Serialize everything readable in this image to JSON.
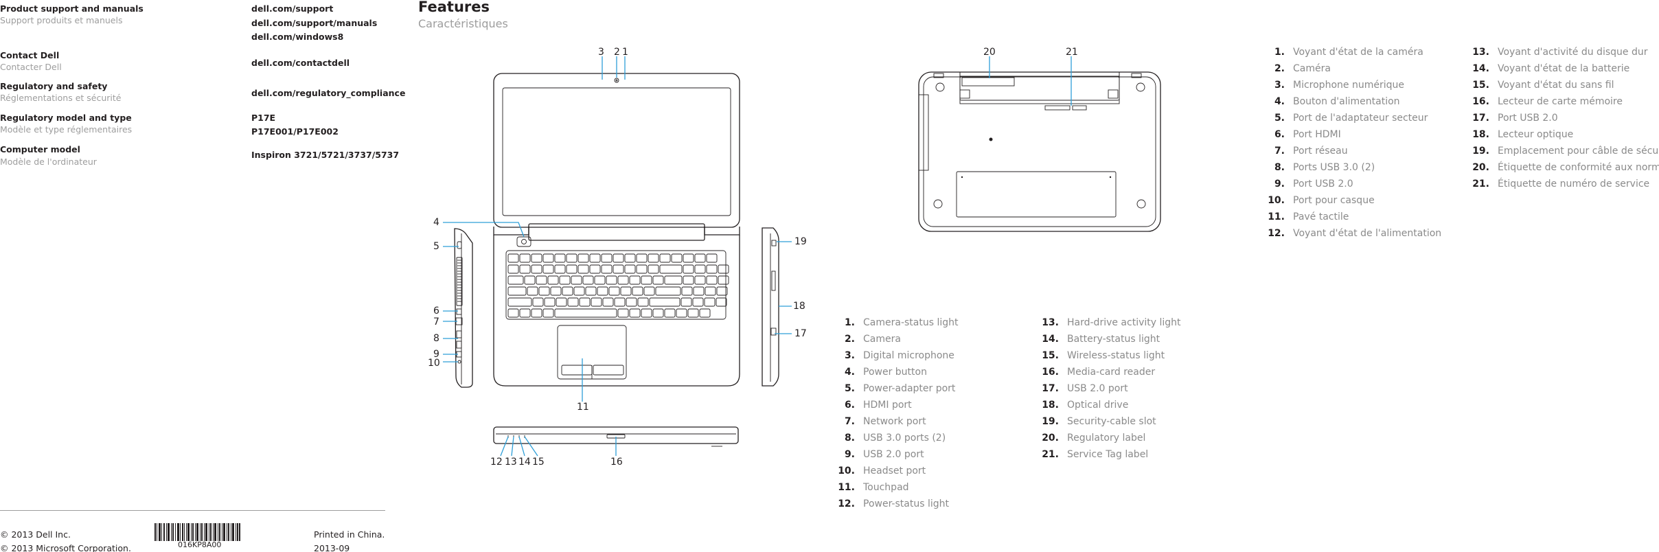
{
  "info": [
    {
      "en": "Product support and manuals",
      "fr": "Support produits et manuels"
    },
    {
      "en": "Contact Dell",
      "fr": "Contacter Dell"
    },
    {
      "en": "Regulatory and safety",
      "fr": "Réglementations et sécurité"
    },
    {
      "en": "Regulatory model and type",
      "fr": "Modèle et type réglementaires"
    },
    {
      "en": "Computer model",
      "fr": "Modèle de l'ordinateur"
    }
  ],
  "links": [
    "dell.com/support",
    "dell.com/support/manuals",
    "dell.com/windows8",
    "dell.com/contactdell",
    "dell.com/regulatory_compliance",
    "P17E",
    "P17E001/P17E002",
    "Inspiron 3721/5721/3737/5737"
  ],
  "footer": {
    "copyright_dell": "© 2013 Dell Inc.",
    "copyright_ms": "© 2013 Microsoft Corporation.",
    "barcode_code": "016KP8A00",
    "printed": "Printed in China.",
    "date": "2013-09"
  },
  "features": {
    "title": "Features",
    "subtitle": "Caractéristiques"
  },
  "callouts": {
    "c3": "3",
    "c2": "2",
    "c1": "1",
    "c4": "4",
    "c5": "5",
    "c6": "6",
    "c7": "7",
    "c8": "8",
    "c9": "9",
    "c10": "10",
    "c11": "11",
    "c12": "12",
    "c13": "13",
    "c14": "14",
    "c15": "15",
    "c16": "16",
    "c17": "17",
    "c18": "18",
    "c19": "19",
    "c20": "20",
    "c21": "21"
  },
  "list_en": [
    {
      "num": "1.",
      "label": "Camera-status light"
    },
    {
      "num": "2.",
      "label": "Camera"
    },
    {
      "num": "3.",
      "label": "Digital microphone"
    },
    {
      "num": "4.",
      "label": "Power button"
    },
    {
      "num": "5.",
      "label": "Power-adapter port"
    },
    {
      "num": "6.",
      "label": "HDMI port"
    },
    {
      "num": "7.",
      "label": "Network port"
    },
    {
      "num": "8.",
      "label": "USB 3.0 ports (2)"
    },
    {
      "num": "9.",
      "label": "USB 2.0 port"
    },
    {
      "num": "10.",
      "label": "Headset port"
    },
    {
      "num": "11.",
      "label": "Touchpad"
    },
    {
      "num": "12.",
      "label": "Power-status light"
    },
    {
      "num": "13.",
      "label": "Hard-drive activity light"
    },
    {
      "num": "14.",
      "label": "Battery-status light"
    },
    {
      "num": "15.",
      "label": "Wireless-status light"
    },
    {
      "num": "16.",
      "label": "Media-card reader"
    },
    {
      "num": "17.",
      "label": "USB 2.0 port"
    },
    {
      "num": "18.",
      "label": "Optical drive"
    },
    {
      "num": "19.",
      "label": "Security-cable slot"
    },
    {
      "num": "20.",
      "label": "Regulatory label"
    },
    {
      "num": "21.",
      "label": "Service Tag label"
    }
  ],
  "list_fr": [
    {
      "num": "1.",
      "label": "Voyant d'état de la caméra"
    },
    {
      "num": "2.",
      "label": "Caméra"
    },
    {
      "num": "3.",
      "label": "Microphone numérique"
    },
    {
      "num": "4.",
      "label": "Bouton d'alimentation"
    },
    {
      "num": "5.",
      "label": "Port de l'adaptateur secteur"
    },
    {
      "num": "6.",
      "label": "Port HDMI"
    },
    {
      "num": "7.",
      "label": "Port réseau"
    },
    {
      "num": "8.",
      "label": "Ports USB 3.0 (2)"
    },
    {
      "num": "9.",
      "label": "Port USB 2.0"
    },
    {
      "num": "10.",
      "label": "Port pour casque"
    },
    {
      "num": "11.",
      "label": "Pavé tactile"
    },
    {
      "num": "12.",
      "label": "Voyant d'état de l'alimentation"
    },
    {
      "num": "13.",
      "label": "Voyant d'activité du disque dur"
    },
    {
      "num": "14.",
      "label": "Voyant d'état de la batterie"
    },
    {
      "num": "15.",
      "label": "Voyant d'état du sans fil"
    },
    {
      "num": "16.",
      "label": "Lecteur de carte mémoire"
    },
    {
      "num": "17.",
      "label": "Port USB 2.0"
    },
    {
      "num": "18.",
      "label": "Lecteur optique"
    },
    {
      "num": "19.",
      "label": "Emplacement pour câble de sécurité"
    },
    {
      "num": "20.",
      "label": "Étiquette de conformité aux normes"
    },
    {
      "num": "21.",
      "label": "Étiquette de numéro de service"
    }
  ]
}
